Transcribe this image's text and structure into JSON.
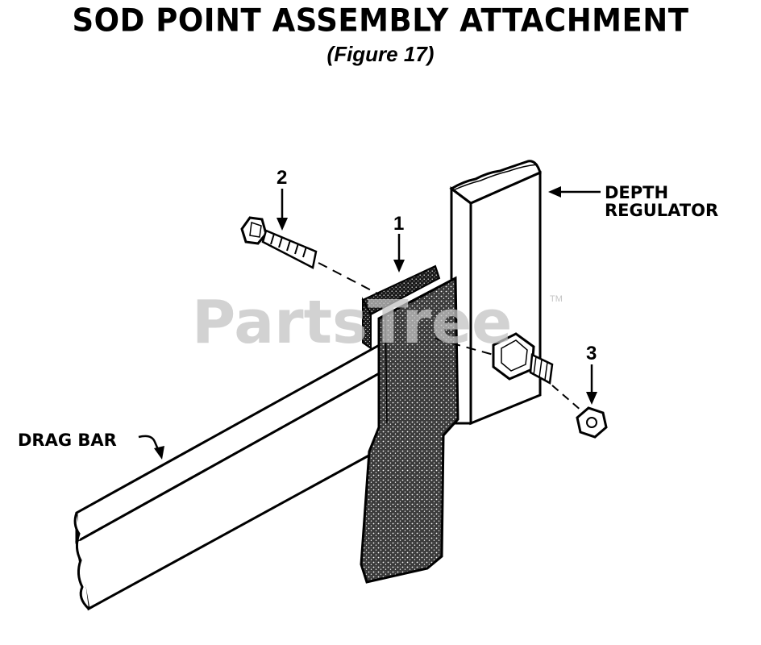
{
  "header": {
    "title": "SOD POINT ASSEMBLY ATTACHMENT",
    "figure_ref": "(Figure 17)"
  },
  "callouts": {
    "part_1": "1",
    "part_2": "2",
    "part_3": "3"
  },
  "labels": {
    "depth_regulator_line1": "DEPTH",
    "depth_regulator_line2": "REGULATOR",
    "drag_bar": "DRAG BAR"
  },
  "watermark": {
    "text": "PartsTree",
    "trademark": "TM"
  }
}
